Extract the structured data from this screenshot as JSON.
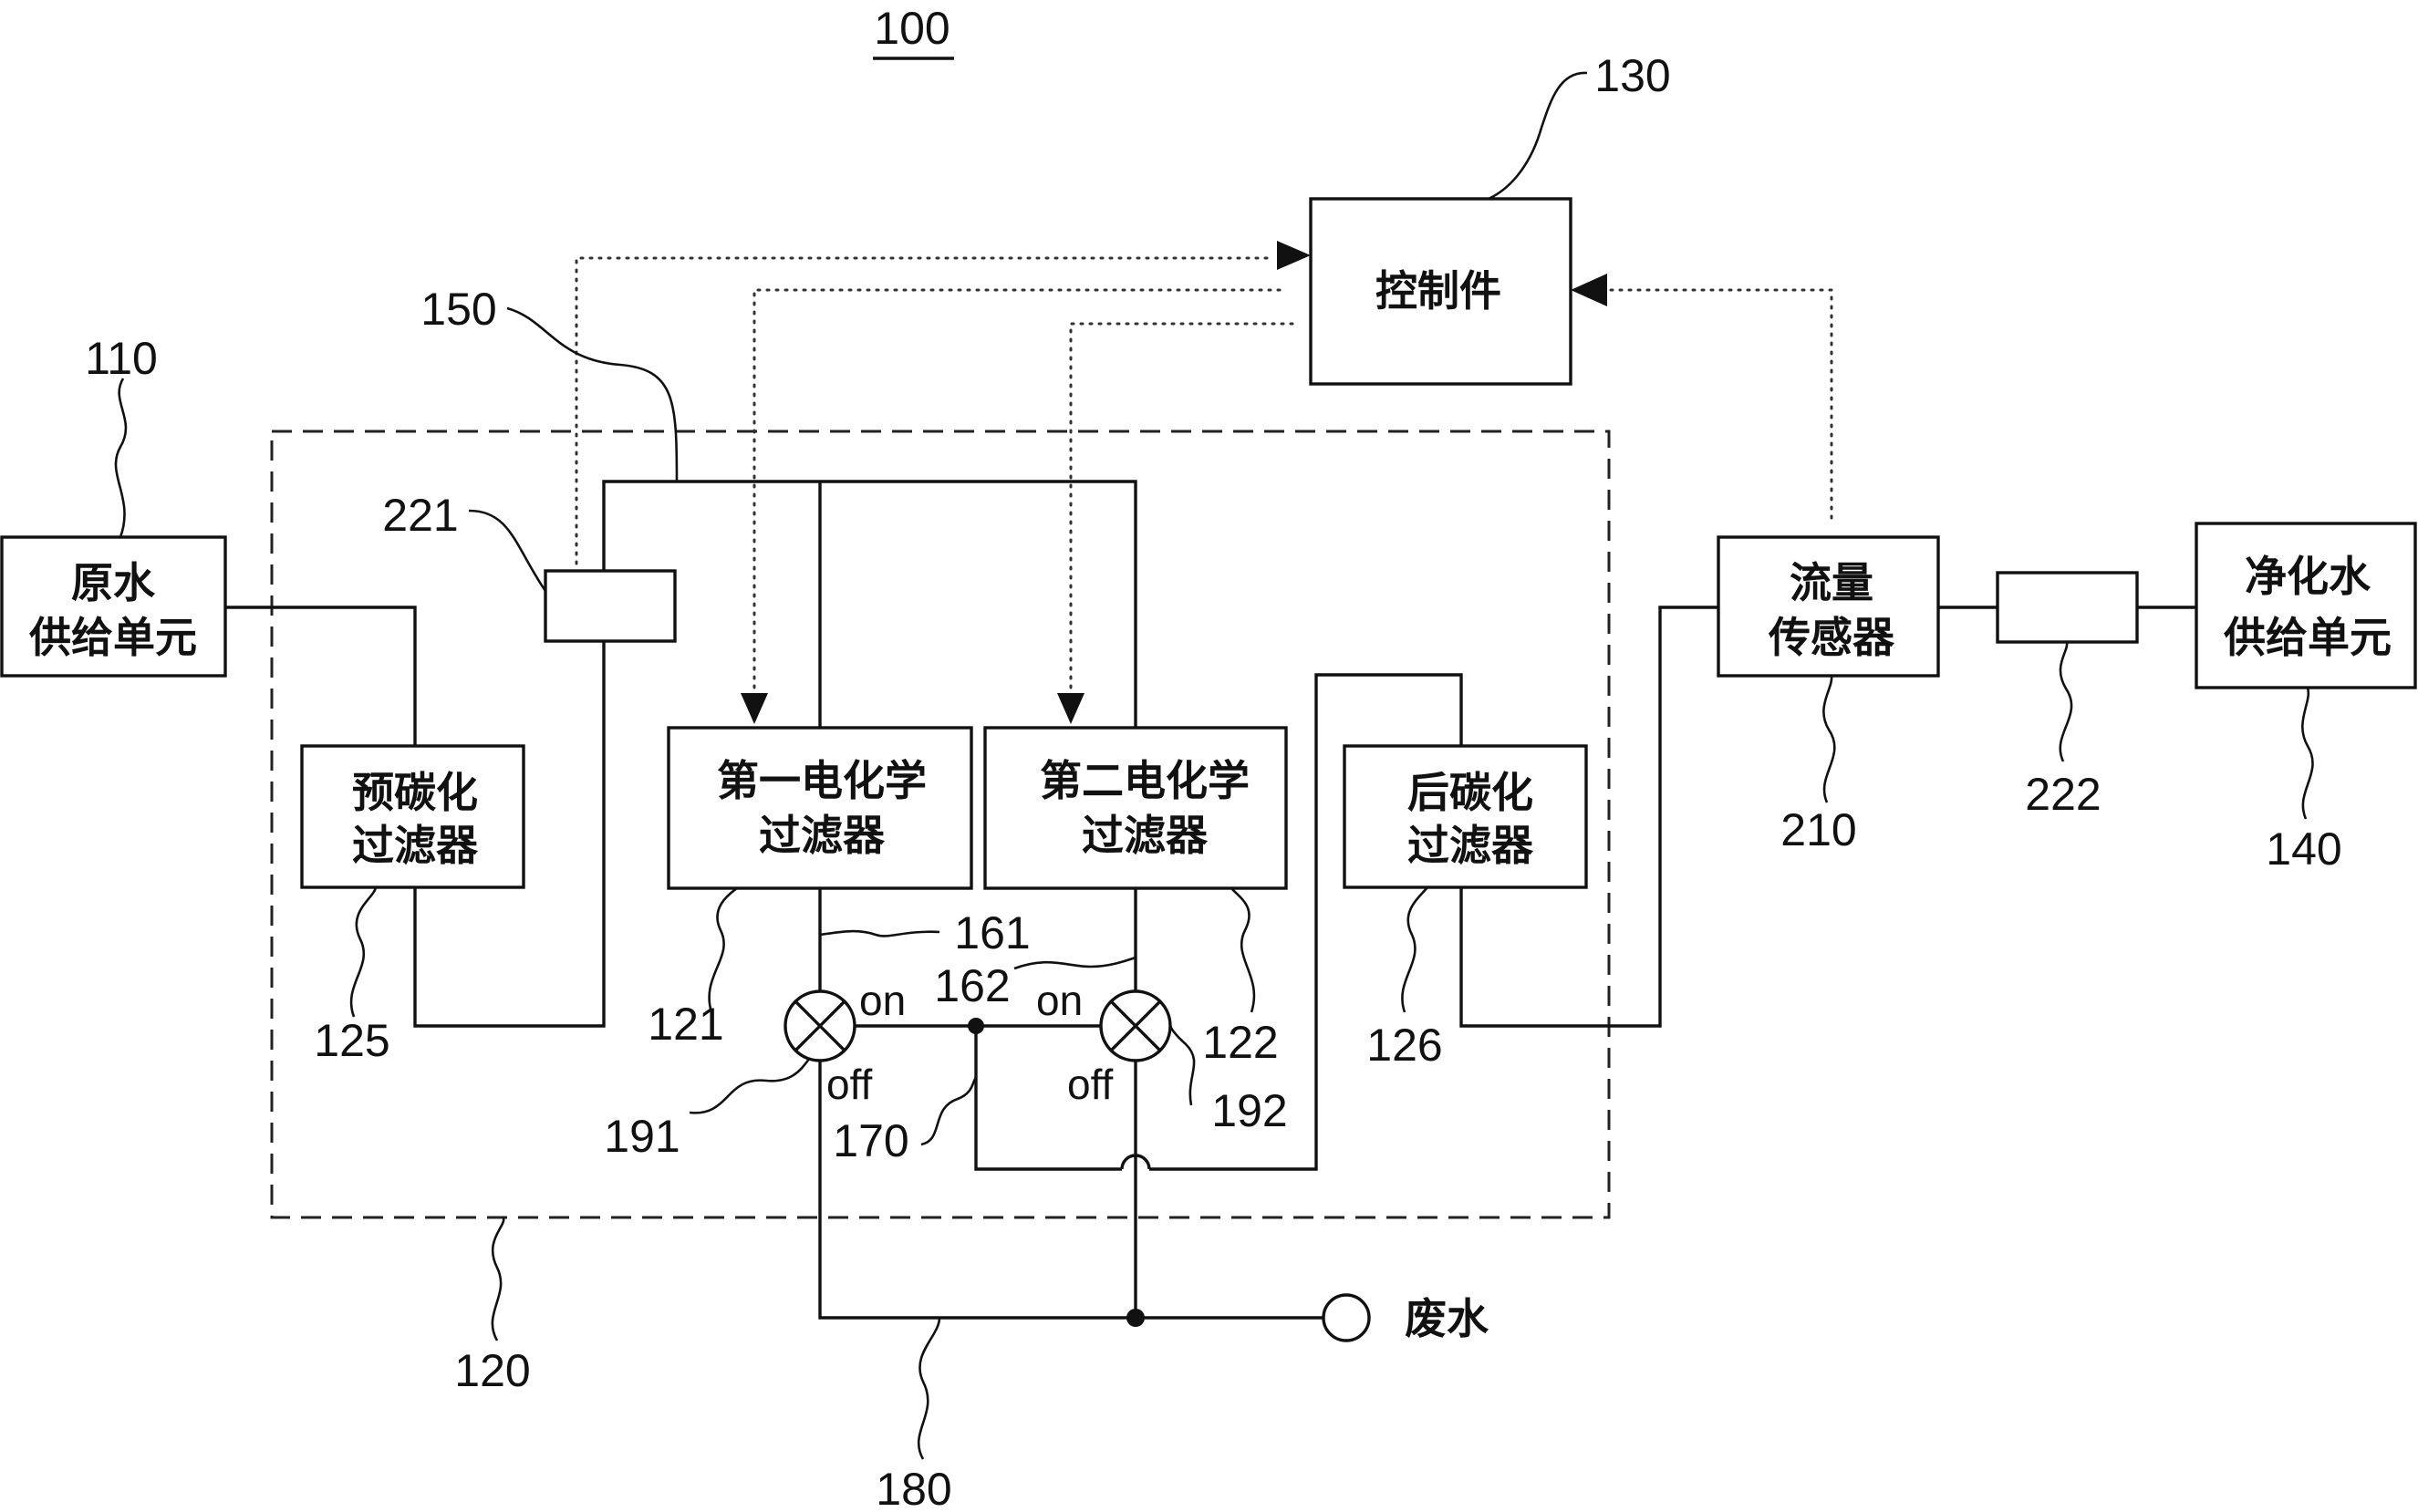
{
  "figure_number": "100",
  "blocks": {
    "raw_water": {
      "line1": "原水",
      "line2": "供给单元",
      "ref": "110"
    },
    "controller": {
      "label": "控制件",
      "ref": "130"
    },
    "pre_carbon": {
      "line1": "预碳化",
      "line2": "过滤器",
      "ref": "125"
    },
    "first_ec": {
      "line1": "第一电化学",
      "line2": "过滤器",
      "ref": "121"
    },
    "second_ec": {
      "line1": "第二电化学",
      "line2": "过滤器",
      "ref": "122"
    },
    "post_carbon": {
      "line1": "后碳化",
      "line2": "过滤器",
      "ref": "126"
    },
    "flow_sensor": {
      "line1": "流量",
      "line2": "传感器",
      "ref": "210"
    },
    "purified_water": {
      "line1": "净化水",
      "line2": "供给单元",
      "ref": "140"
    }
  },
  "refs": {
    "filter_unit": "120",
    "line_150": "150",
    "valve_221": "221",
    "valve_222": "222",
    "pipe_161": "161",
    "pipe_162": "162",
    "pipe_170": "170",
    "pipe_180": "180",
    "valve_191": "191",
    "valve_192": "192"
  },
  "valve_states": {
    "on": "on",
    "off": "off"
  },
  "waste_water": "废水"
}
